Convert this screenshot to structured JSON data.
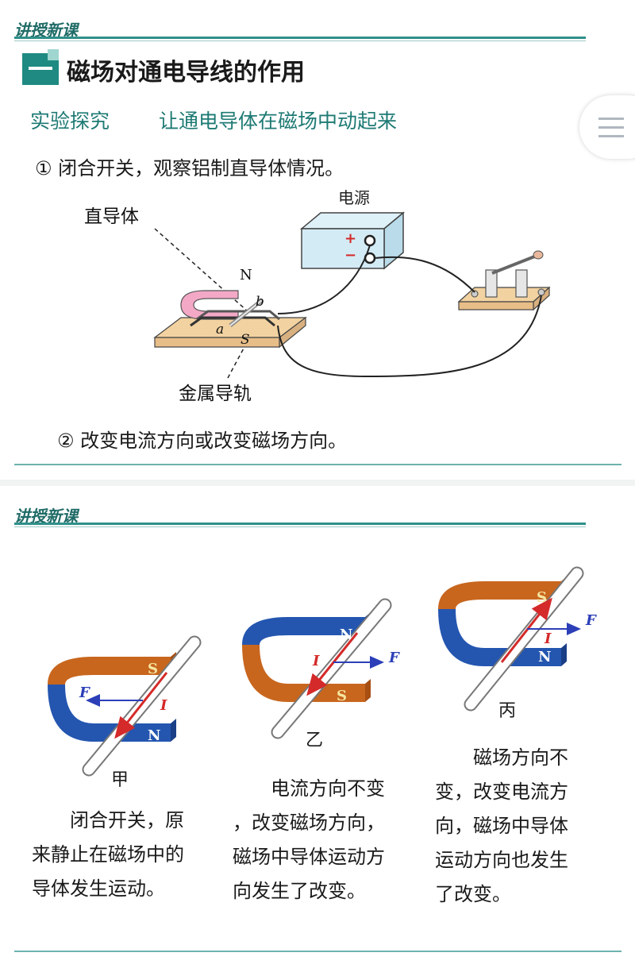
{
  "slide1": {
    "tag": "讲授新课",
    "section_number": "一",
    "section_title": "磁场对通电导线的作用",
    "experiment_label": "实验探究",
    "experiment_title": "让通电导体在磁场中动起来",
    "step1": "①  闭合开关，观察铝制直导体情况。",
    "step2": "②  改变电流方向或改变磁场方向。",
    "diagram": {
      "power_label": "电源",
      "plus": "+",
      "minus": "−",
      "conductor_label": "直导体",
      "rail_label": "金属导轨",
      "n_label": "N",
      "s_label": "S",
      "a_label": "a",
      "b_label": "b"
    }
  },
  "slide2": {
    "tag": "讲授新课",
    "panels": [
      {
        "caption": "甲",
        "top": "S",
        "bottom": "N",
        "force": "F",
        "current": "I",
        "desc": [
          "　　闭合开关，原",
          "来静止在磁场中的",
          "导体发生运动。"
        ]
      },
      {
        "caption": "乙",
        "top": "N",
        "bottom": "S",
        "force": "F",
        "current": "I",
        "desc": [
          "　　电流方向不变",
          "，改变磁场方向，",
          "磁场中导体运动方",
          "向发生了改变。"
        ]
      },
      {
        "caption": "丙",
        "top": "S",
        "bottom": "N",
        "force": "F",
        "current": "I",
        "desc": [
          "　　磁场方向不",
          "变，改变电流方",
          "向，磁场中导体",
          "运动方向也发生",
          "了改变。"
        ]
      }
    ]
  },
  "colors": {
    "accent": "#1f8a82",
    "magnet_orange": "#c8661e",
    "magnet_blue": "#2456b0",
    "current_red": "#d42a2a",
    "force_blue": "#2c3fb8"
  }
}
